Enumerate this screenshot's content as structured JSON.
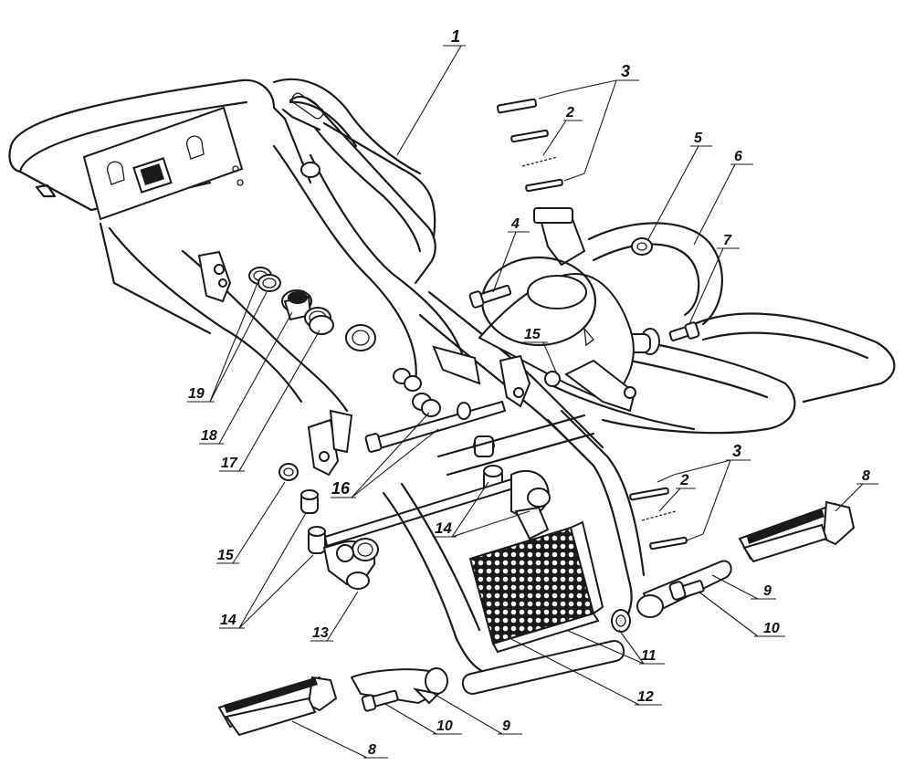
{
  "callouts": [
    {
      "id": "c1",
      "text": "1"
    },
    {
      "id": "c2a",
      "text": "2"
    },
    {
      "id": "c3a",
      "text": "3"
    },
    {
      "id": "c4",
      "text": "4"
    },
    {
      "id": "c5",
      "text": "5"
    },
    {
      "id": "c6",
      "text": "6"
    },
    {
      "id": "c7",
      "text": "7"
    },
    {
      "id": "c15a",
      "text": "15"
    },
    {
      "id": "c19",
      "text": "19"
    },
    {
      "id": "c18",
      "text": "18"
    },
    {
      "id": "c17",
      "text": "17"
    },
    {
      "id": "c16",
      "text": "16"
    },
    {
      "id": "c15b",
      "text": "15"
    },
    {
      "id": "c14a",
      "text": "14"
    },
    {
      "id": "c14b",
      "text": "14"
    },
    {
      "id": "c13",
      "text": "13"
    },
    {
      "id": "c3b",
      "text": "3"
    },
    {
      "id": "c2b",
      "text": "2"
    },
    {
      "id": "c8a",
      "text": "8"
    },
    {
      "id": "c9a",
      "text": "9"
    },
    {
      "id": "c10a",
      "text": "10"
    },
    {
      "id": "c11",
      "text": "11"
    },
    {
      "id": "c12",
      "text": "12"
    },
    {
      "id": "c10b",
      "text": "10"
    },
    {
      "id": "c9b",
      "text": "9"
    },
    {
      "id": "c8b",
      "text": "8"
    }
  ]
}
